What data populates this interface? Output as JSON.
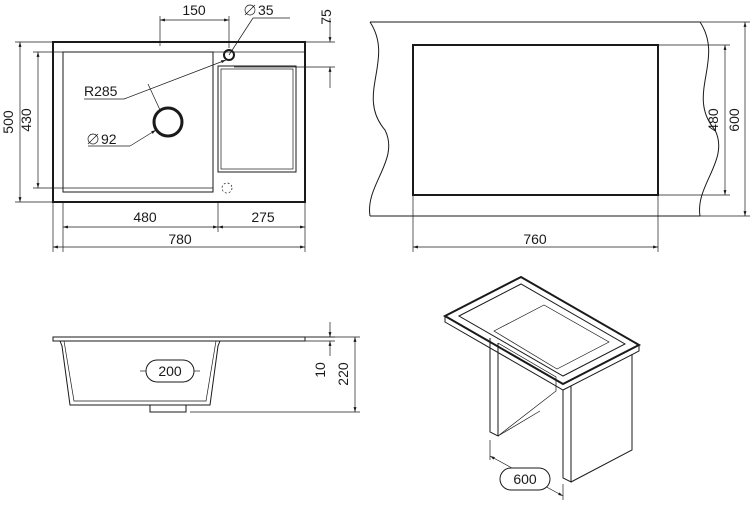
{
  "top_view": {
    "overflow_width": "150",
    "tap_hole": "35",
    "tap_offset": "75",
    "outer_depth": "500",
    "bowl_depth": "430",
    "bowl_radius": "R285",
    "drain_diameter": "92",
    "bowl_width": "480",
    "drainer_width": "275",
    "overall_width": "780"
  },
  "cutout_view": {
    "cutout_depth": "480",
    "cabinet_depth": "600",
    "cutout_width": "760"
  },
  "side_view": {
    "bowl_depth": "200",
    "rim_thickness": "10",
    "total_height": "220"
  },
  "iso_view": {
    "cabinet_width": "600"
  }
}
